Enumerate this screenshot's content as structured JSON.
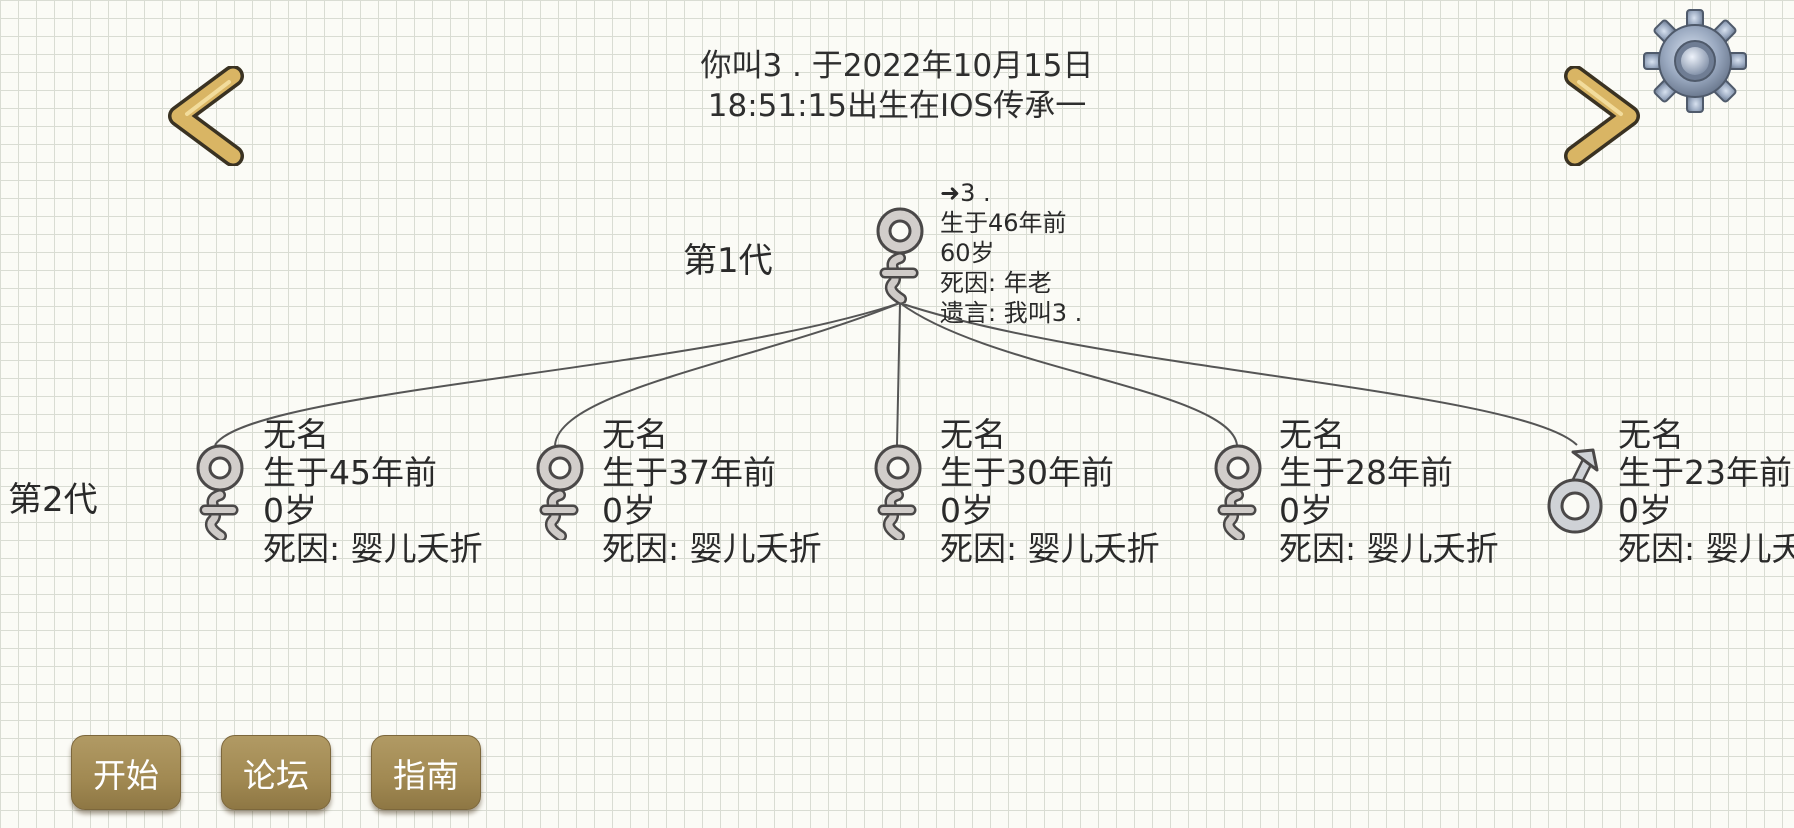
{
  "header": {
    "line1": "你叫3 . 于2022年10月15日",
    "line2": "18:51:15出生在IOS传承一"
  },
  "generations": [
    {
      "label": "第1代",
      "people": [
        {
          "gender": "female",
          "lines": [
            "➜3 .",
            "生于46年前",
            "60岁",
            "死因: 年老",
            "遗言: 我叫3 ."
          ]
        }
      ]
    },
    {
      "label": "第2代",
      "people": [
        {
          "gender": "female",
          "lines": [
            "无名",
            "生于45年前",
            "0岁",
            "死因: 婴儿夭折"
          ]
        },
        {
          "gender": "female",
          "lines": [
            "无名",
            "生于37年前",
            "0岁",
            "死因: 婴儿夭折"
          ]
        },
        {
          "gender": "female",
          "lines": [
            "无名",
            "生于30年前",
            "0岁",
            "死因: 婴儿夭折"
          ]
        },
        {
          "gender": "female",
          "lines": [
            "无名",
            "生于28年前",
            "0岁",
            "死因: 婴儿夭折"
          ]
        },
        {
          "gender": "male",
          "lines": [
            "无名",
            "生于23年前",
            "0岁",
            "死因: 婴儿夭折"
          ]
        }
      ]
    }
  ],
  "buttons": {
    "start": "开始",
    "forum": "论坛",
    "guide": "指南"
  },
  "icons": {
    "prev": "chevron-left-icon",
    "next": "chevron-right-icon",
    "settings": "gear-icon",
    "female": "female-symbol-icon",
    "male": "male-symbol-icon"
  },
  "colors": {
    "button": "#a89058",
    "arrow": "#d8b060",
    "grid": "#d9dcd3",
    "paper": "#fbfbf6"
  }
}
